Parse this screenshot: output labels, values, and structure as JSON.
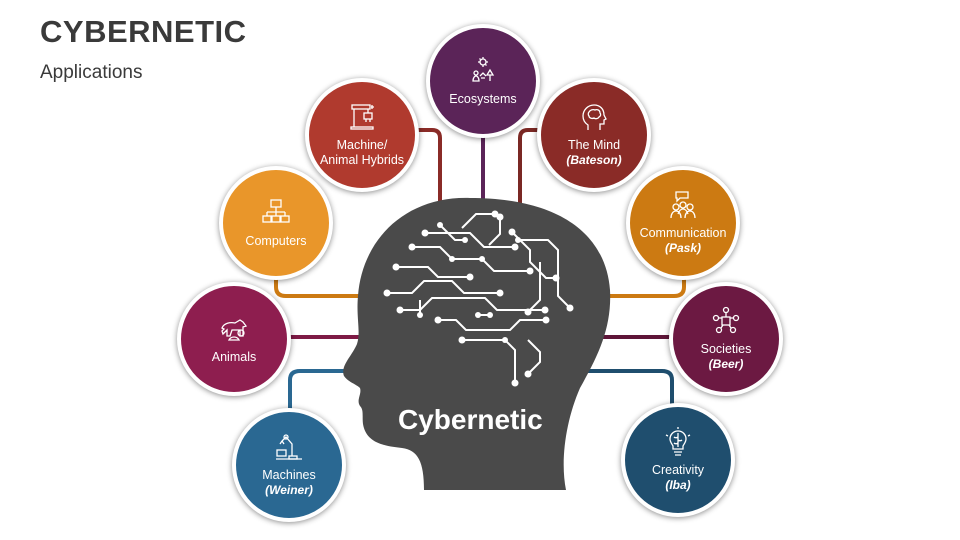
{
  "header": {
    "title": "CYBERNETIC",
    "subtitle": "Applications"
  },
  "center": {
    "label": "Cybernetic"
  },
  "nodes": [
    {
      "label": "Ecosystems",
      "sub": "",
      "color": "#5b2458",
      "icon": "ecosystem-icon"
    },
    {
      "label": "Machine/\nAnimal Hybrids",
      "sub": "",
      "color": "#b03a2e",
      "icon": "robot-arm-icon"
    },
    {
      "label": "The Mind",
      "sub": "(Bateson)",
      "color": "#8a2b27",
      "icon": "brain-head-icon"
    },
    {
      "label": "Computers",
      "sub": "",
      "color": "#e9962a",
      "icon": "network-icon"
    },
    {
      "label": "Communication",
      "sub": "(Pask)",
      "color": "#cc7a12",
      "icon": "chat-people-icon"
    },
    {
      "label": "Animals",
      "sub": "",
      "color": "#8e1e4f",
      "icon": "animals-icon"
    },
    {
      "label": "Societies",
      "sub": "(Beer)",
      "color": "#6c1942",
      "icon": "society-icon"
    },
    {
      "label": "Machines",
      "sub": "(Weiner)",
      "color": "#2a6892",
      "icon": "industrial-robot-icon"
    },
    {
      "label": "Creativity",
      "sub": "(Iba)",
      "color": "#1f4e6e",
      "icon": "lightbulb-brain-icon"
    }
  ]
}
